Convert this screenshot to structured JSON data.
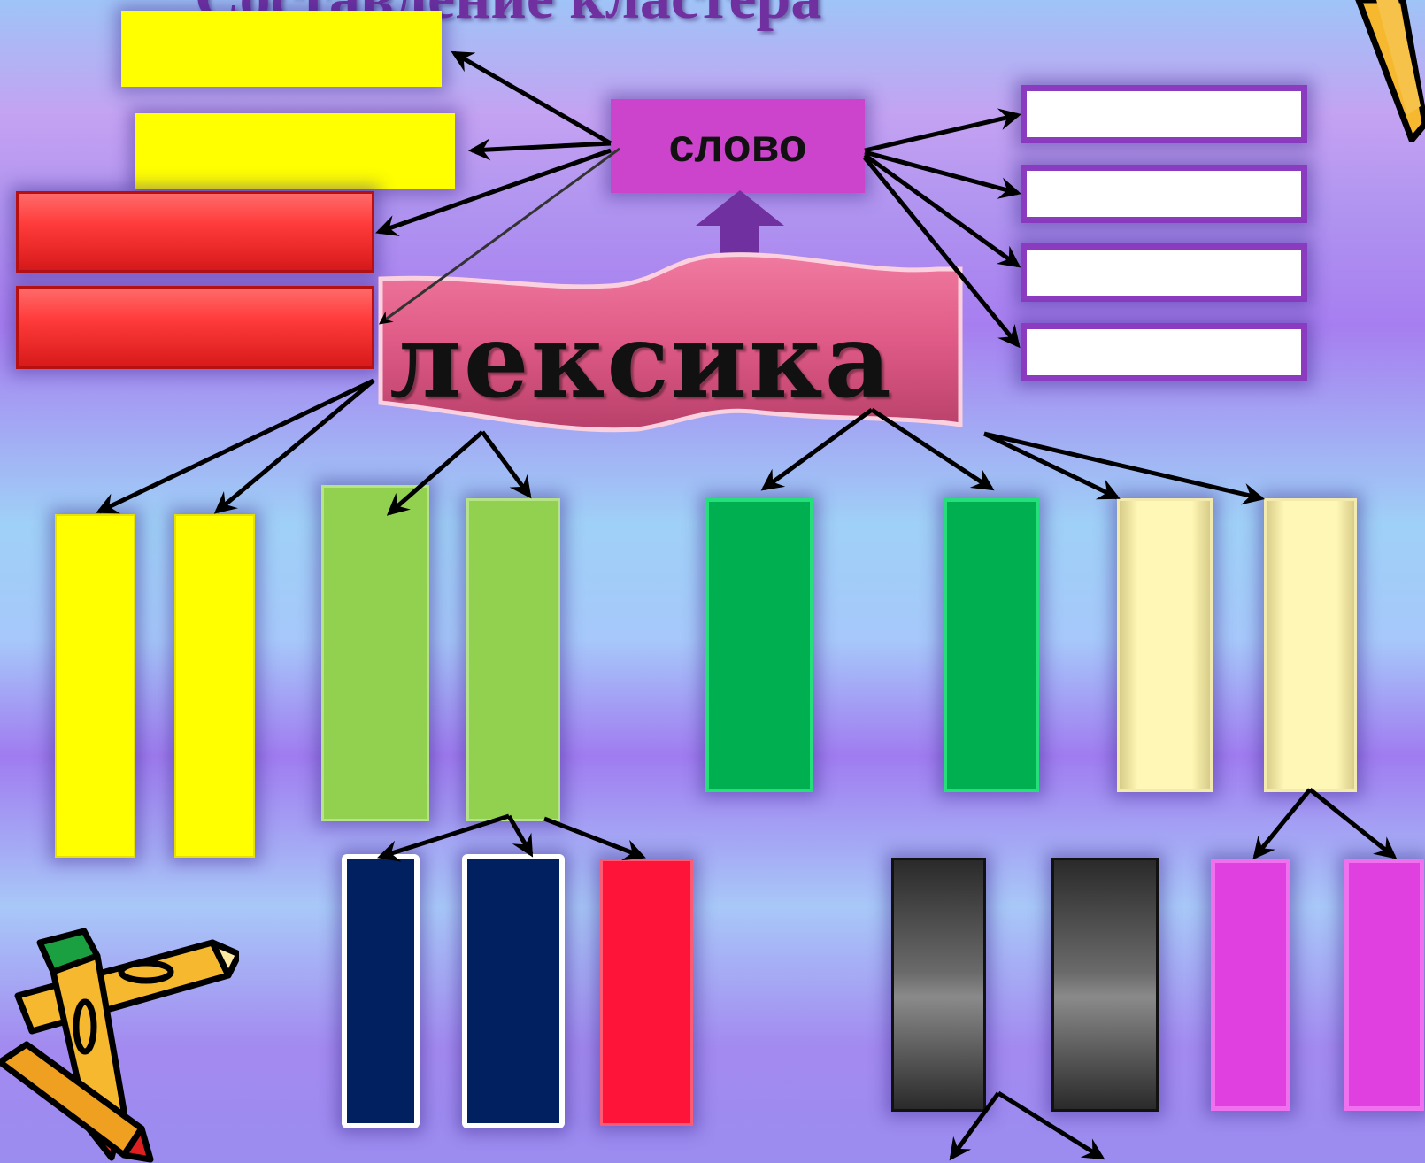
{
  "title": "Составление кластера",
  "center_word": "слово",
  "banner_word": "лексика",
  "colors": {
    "title": "#7030a0",
    "center_box": "#cc44cc",
    "banner": "#e0608a",
    "yellow": "#ffff00",
    "red": "#ff3b3b",
    "white_box_border": "#8a3bc0",
    "light_green": "#92d050",
    "dark_green": "#00b050",
    "cream": "#fff7b5",
    "navy": "#002060",
    "crimson": "#ff1439",
    "black": "#2a2a2a",
    "magenta": "#e040e0",
    "up_arrow": "#7030a0"
  },
  "icons": [
    "pencils-clipart-icon",
    "crayon-corner-icon"
  ]
}
